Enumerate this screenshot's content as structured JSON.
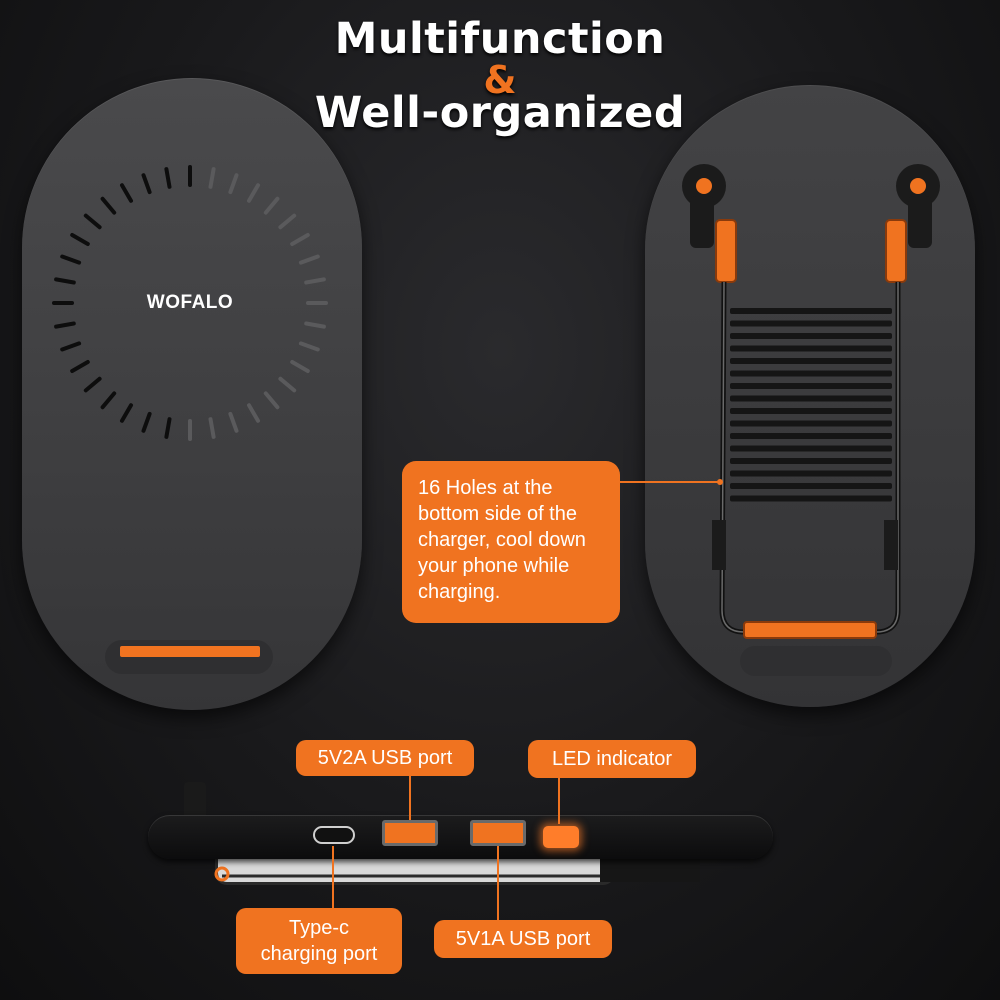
{
  "headline": {
    "line1": "Multifunction",
    "ampersand": "&",
    "line2": "Well-organized"
  },
  "brand_logo": "WOFALO",
  "callouts": {
    "holes_lines": [
      "16 Holes at the",
      "bottom side of the",
      "charger, cool down",
      "your phone while",
      "charging."
    ],
    "usb_5v2a": "5V2A USB port",
    "led": "LED indicator",
    "typec_lines": [
      "Type-c",
      "charging port"
    ],
    "usb_5v1a": "5V1A USB port"
  },
  "colors": {
    "accent": "#f07320",
    "background": "#1b1b1d",
    "device": "#404042"
  }
}
